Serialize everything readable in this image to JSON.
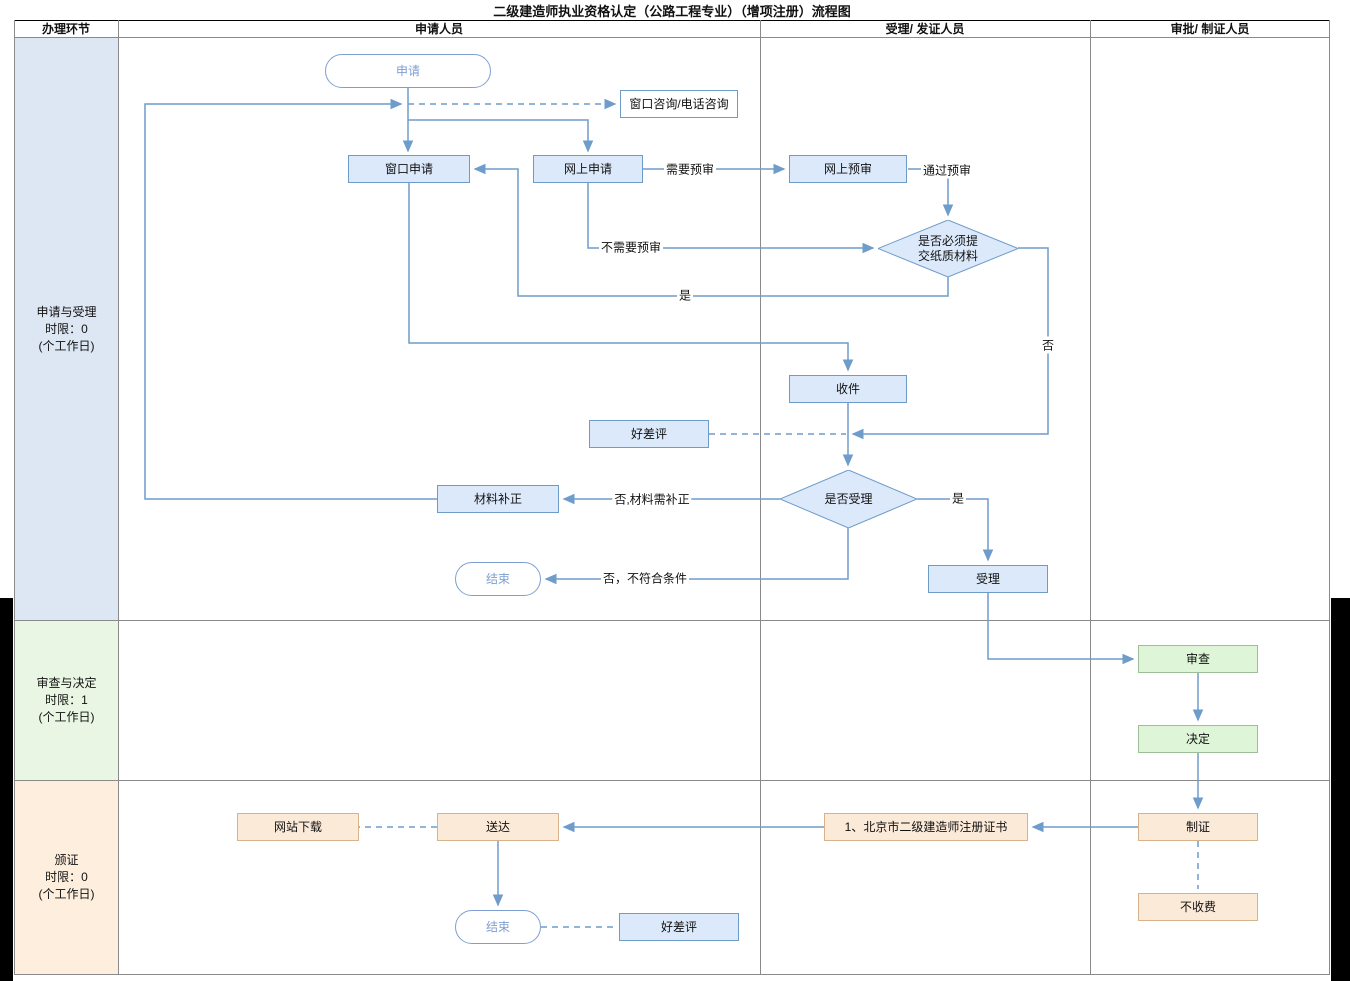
{
  "title": "二级建造师执业资格认定（公路工程专业）（增项注册）流程图",
  "header": {
    "stage_col": "办理环节",
    "applicant_col": "申请人员",
    "acceptor_col": "受理/ 发证人员",
    "approver_col": "审批/ 制证人员"
  },
  "stages": {
    "s1": {
      "name": "申请与受理",
      "limit": "时限：0",
      "unit": "(个工作日)"
    },
    "s2": {
      "name": "审查与决定",
      "limit": "时限：1",
      "unit": "(个工作日)"
    },
    "s3": {
      "name": "颁证",
      "limit": "时限：0",
      "unit": "(个工作日)"
    }
  },
  "nodes": {
    "apply": "申请",
    "consult": "窗口咨询/电话咨询",
    "window_apply": "窗口申请",
    "online_apply": "网上申请",
    "online_precheck": "网上预审",
    "paper_required": "是否必须提交纸质材料",
    "receive": "收件",
    "rating1": "好差评",
    "accept_decision": "是否受理",
    "material_fix": "材料补正",
    "end1": "结束",
    "accept": "受理",
    "review": "审查",
    "decide": "决定",
    "make_cert": "制证",
    "certificate": "1、北京市二级建造师注册证书",
    "deliver": "送达",
    "download": "网站下载",
    "end2": "结束",
    "rating2": "好差评",
    "no_fee": "不收费"
  },
  "edge_labels": {
    "need_precheck": "需要预审",
    "pass_precheck": "通过预审",
    "no_precheck": "不需要预审",
    "yes1": "是",
    "no1": "否",
    "no_material": "否,材料需补正",
    "yes2": "是",
    "no_condition": "否，不符合条件"
  },
  "colors": {
    "line": "#6e9ccb",
    "node_blue_fill": "#dbe9fb",
    "node_blue_border": "#6d9cc9",
    "node_green_fill": "#def5d8",
    "node_green_border": "#9dbf97",
    "node_orange_fill": "#fcead9",
    "node_orange_border": "#d8b28c",
    "band_blue": "#dde6f3",
    "band_green": "#e9f6e3",
    "band_orange": "#fdeede",
    "startend_accent": "#7e9fd1"
  }
}
